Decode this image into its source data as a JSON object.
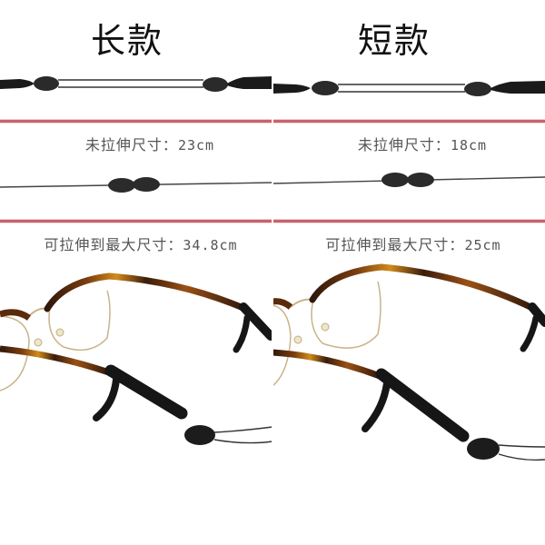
{
  "panels": [
    {
      "id": "long",
      "title": "长款",
      "unstretched_label": "未拉伸尺寸：",
      "unstretched_value": "23cm",
      "max_label": "可拉伸到最大尺寸：",
      "max_value": "34.8cm"
    },
    {
      "id": "short",
      "title": "短款",
      "unstretched_label": "未拉伸尺寸：",
      "unstretched_value": "18cm",
      "max_label": "可拉伸到最大尺寸：",
      "max_value": "25cm"
    }
  ],
  "colors": {
    "divider_red": "#c7626d",
    "strap_black": "#1a1a1a",
    "tortoise_dark": "#3a1d0c",
    "tortoise_amber": "#d08a1c",
    "gold_rim": "#c9b38a",
    "caption_gray": "#555555"
  }
}
